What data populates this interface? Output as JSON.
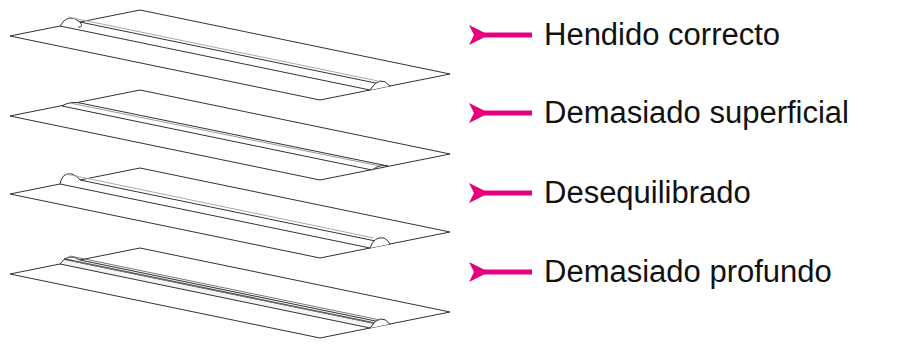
{
  "diagram": {
    "labels": [
      "Hendido correcto",
      "Demasiado superficial",
      "Desequilibrado",
      "Demasiado profundo"
    ]
  }
}
